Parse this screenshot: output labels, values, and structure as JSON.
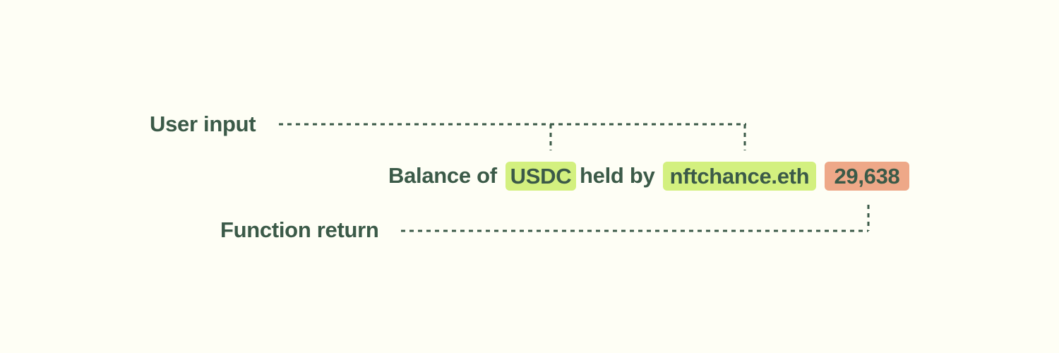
{
  "labels": {
    "user_input": "User input",
    "function_return": "Function return"
  },
  "sentence": {
    "prefix": "Balance of",
    "token": "USDC",
    "middle": "held by",
    "address": "nftchance.eth",
    "result": "29,638"
  },
  "colors": {
    "background": "#fefef5",
    "text": "#3b5a48",
    "input_highlight": "#d3f07f",
    "output_highlight": "#eea888"
  }
}
